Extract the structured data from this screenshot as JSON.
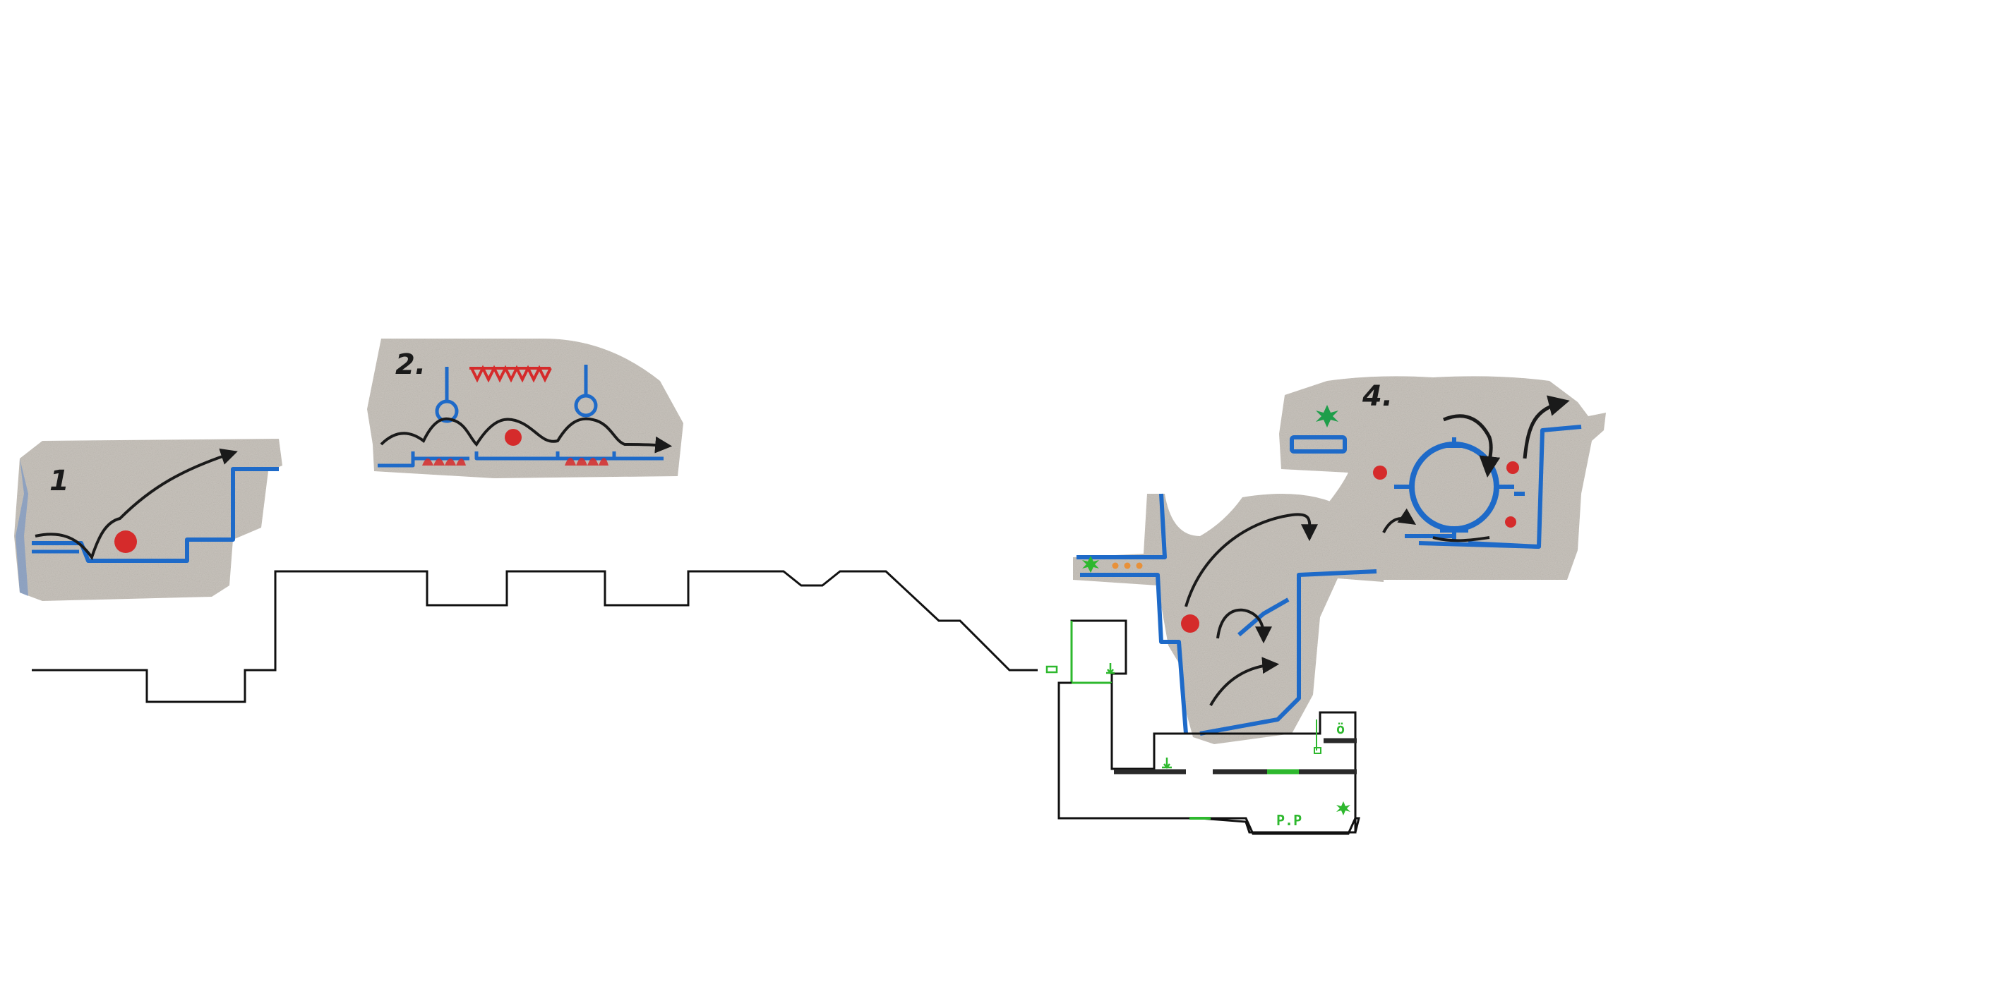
{
  "sketches": {
    "sketch_1": {
      "number": "1"
    },
    "sketch_2": {
      "number": "2."
    },
    "sketch_4": {
      "number": "4."
    }
  },
  "map_labels": {
    "pp_label": "P.P",
    "o_label": "ö"
  },
  "colors": {
    "paper": "#c9c4bd",
    "paper_shade": "#b7b3ae",
    "wall_blue": "#1e6ac8",
    "ink_black": "#1a1a1a",
    "marker_red": "#d52b2b",
    "marker_green": "#2eb82e",
    "marker_orange": "#e8913a",
    "outline": "#111111",
    "dark_wall": "#2a2a2a"
  },
  "icons": {
    "checkpoint": "flag-icon",
    "spawn": "splat-icon",
    "drop": "arrow-down-icon"
  }
}
